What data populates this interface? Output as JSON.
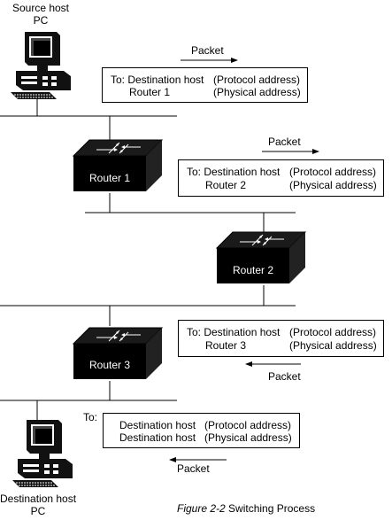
{
  "source_host": {
    "line1": "Source host",
    "line2": "PC"
  },
  "destination_host": {
    "line1": "Destination host",
    "line2": "PC"
  },
  "routers": [
    "Router 1",
    "Router 2",
    "Router 3"
  ],
  "packet_label": "Packet",
  "box1": {
    "rows": [
      {
        "name": "To: Destination host",
        "kind": "(Protocol address)"
      },
      {
        "name": "Router 1",
        "kind": "(Physical address)"
      }
    ]
  },
  "box2": {
    "rows": [
      {
        "name": "To: Destination host",
        "kind": "(Protocol address)"
      },
      {
        "name": "Router 2",
        "kind": "(Physical address)"
      }
    ]
  },
  "box3": {
    "rows": [
      {
        "name": "To: Destination host",
        "kind": "(Protocol address)"
      },
      {
        "name": "Router 3",
        "kind": "(Physical address)"
      }
    ]
  },
  "box4": {
    "to_label": "To:",
    "rows": [
      {
        "name": "Destination host",
        "kind": "(Protocol address)"
      },
      {
        "name": "Destination host",
        "kind": "(Physical address)"
      }
    ]
  },
  "caption": {
    "figure": "Figure 2-2",
    "title": "Switching Process"
  }
}
